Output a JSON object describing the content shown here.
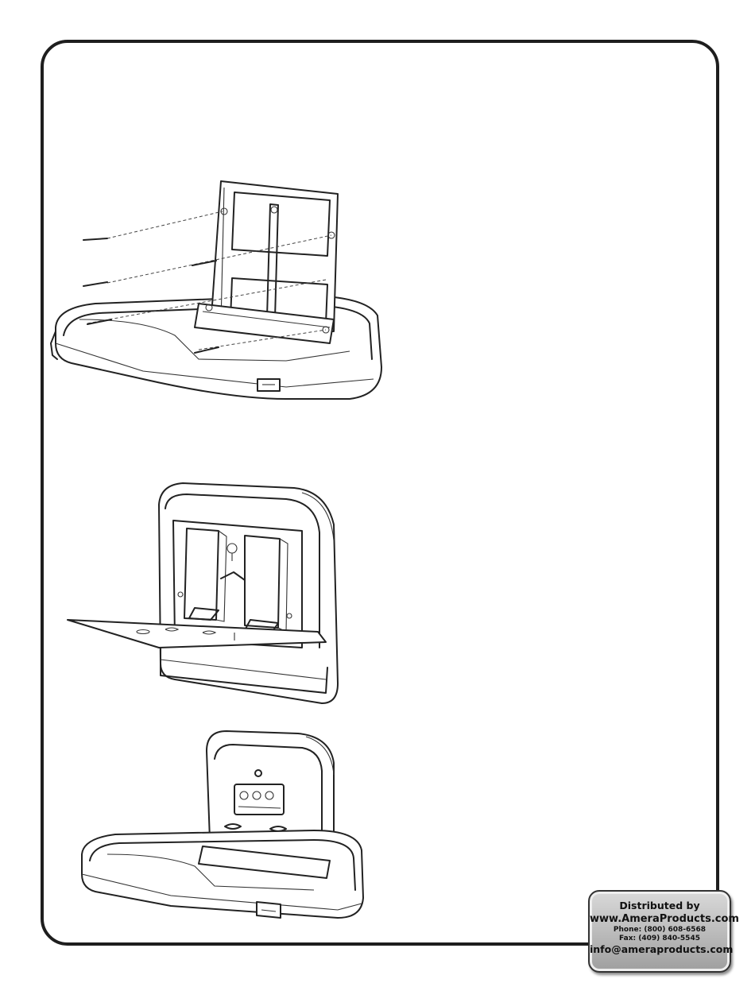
{
  "distributor": {
    "heading": "Distributed by",
    "website": "www.AmeraProducts.com",
    "phone": "Phone: (800) 608-6568",
    "fax": "Fax: (409) 840-5545",
    "email": "info@ameraproducts.com"
  },
  "figures": [
    {
      "name": "step-mount-bracket",
      "icon": "changing-station-open-with-bracket-and-screws"
    },
    {
      "name": "step-back-cover-insert",
      "icon": "changing-station-rear-view-with-panel"
    },
    {
      "name": "step-installed-unit",
      "icon": "changing-station-installed-open"
    }
  ]
}
